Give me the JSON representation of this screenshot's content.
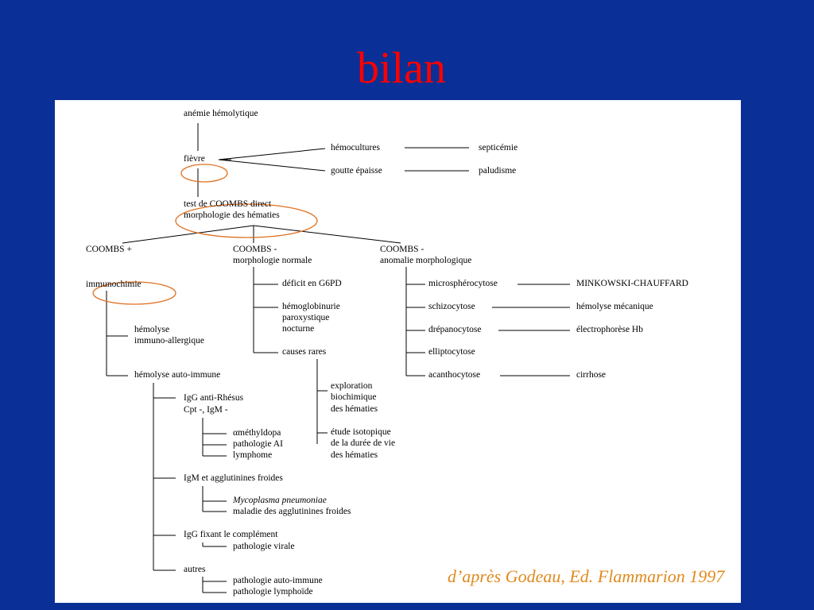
{
  "slide": {
    "title": "bilan",
    "credit": "d’après Godeau, Ed. Flammarion 1997",
    "title_color": "#ff0000",
    "background_color": "#0a2f96",
    "credit_color": "#e08a1e",
    "highlight_color": "#e07020"
  },
  "diagram": {
    "root": "anémie hémolytique",
    "fever": "fièvre",
    "hemocultures": "hémocultures",
    "septicemie": "septicémie",
    "goutte": "goutte épaisse",
    "paludisme": "paludisme",
    "test_line1": "test de COOMBS direct",
    "test_line2": "morphologie des hématies",
    "coombs_pos": "COOMBS +",
    "immunochimie": "immunochimie",
    "hem_immuno_1": "hémolyse",
    "hem_immuno_2": "immuno-allergique",
    "hem_auto": "hémolyse auto-immune",
    "igg_rh_1": "IgG anti-Rhésus",
    "igg_rh_2": "Cpt -, IgM -",
    "methyldopa": "αméthyldopa",
    "patho_ai": "pathologie AI",
    "lymphome": "lymphome",
    "igm": "IgM et agglutinines froides",
    "mycoplasma": "Mycoplasma pneumoniae",
    "maladie_agg": "maladie des agglutinines froides",
    "igg_fix": "IgG fixant le complément",
    "patho_virale": "pathologie virale",
    "autres": "autres",
    "patho_auto": "pathologie auto-immune",
    "patho_lympho": "pathologie lymphoïde",
    "coombs_neg_norm_1": "COOMBS -",
    "coombs_neg_norm_2": "morphologie normale",
    "deficit": "déficit en G6PD",
    "hb_1": "hémoglobinurie",
    "hb_2": "paroxystique",
    "hb_3": "nocturne",
    "causes": "causes rares",
    "explo_1": "exploration",
    "explo_2": "biochimique",
    "explo_3": "des hématies",
    "iso_1": "étude isotopique",
    "iso_2": "de la durée de vie",
    "iso_3": "des hématies",
    "coombs_neg_anom_1": "COOMBS -",
    "coombs_neg_anom_2": "anomalie morphologique",
    "microspherocytose": "microsphérocytose",
    "minkowski": "MINKOWSKI-CHAUFFARD",
    "schizocytose": "schizocytose",
    "hemolyse_meca": "hémolyse mécanique",
    "drepanocytose": "drépanocytose",
    "electro": "électrophorèse Hb",
    "elliptocytose": "elliptocytose",
    "acanthocytose": "acanthocytose",
    "cirrhose": "cirrhose"
  }
}
